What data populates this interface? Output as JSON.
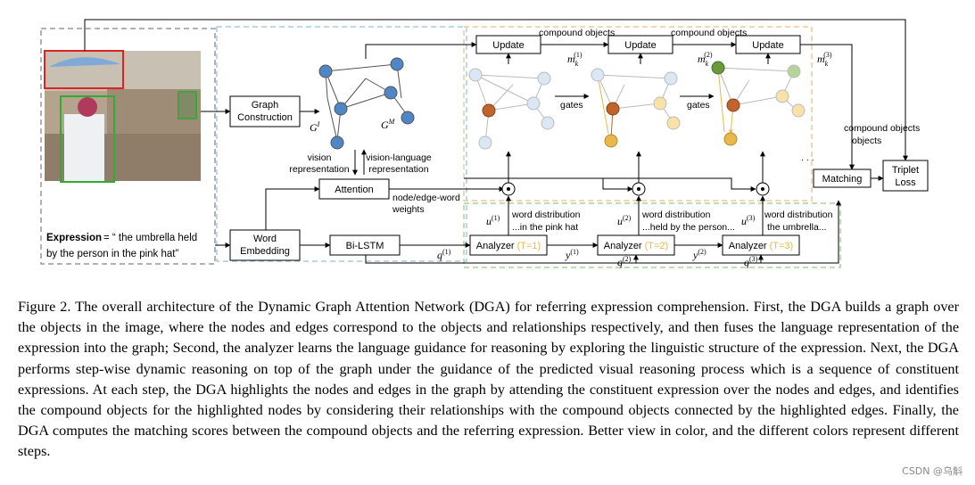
{
  "figure": {
    "expression_label": "Expression",
    "expression_line1": "= “ the umbrella held",
    "expression_line2": "by the person in the pink hat”",
    "graph_construction_line1": "Graph",
    "graph_construction_line2": "Construction",
    "word_embedding_line1": "Word",
    "word_embedding_line2": "Embedding",
    "attention": "Attention",
    "bilstm": "Bi-LSTM",
    "update": "Update",
    "matching": "Matching",
    "triplet_line1": "Triplet",
    "triplet_line2": "Loss",
    "compound_objects": "compound objects",
    "gates": "gates",
    "vision_rep_line1": "vision",
    "vision_rep_line2": "representation",
    "vl_rep_line1": "vision-language",
    "vl_rep_line2": "representation",
    "node_edge_line1": "node/edge-word",
    "node_edge_line2": "weights",
    "word_distribution": "word distribution",
    "analyzer": "Analyzer",
    "t1": "(T=1)",
    "t2": "(T=2)",
    "t3": "(T=3)",
    "phrase1": "...in the pink hat",
    "phrase2": "...held by the person...",
    "phrase3": "the umbrella...",
    "gi": "G",
    "gi_sup": "I",
    "gm": "G",
    "gm_sup": "M",
    "u_sym": "u",
    "q_sym": "q",
    "y_sym": "y",
    "m_sym": "m",
    "m_sub": "k",
    "sup1": "(1)",
    "sup2": "(2)",
    "sup3": "(3)",
    "dots": ". . .",
    "odot": "⊙"
  },
  "colors": {
    "step1": "#c0642b",
    "step2": "#e8b84a",
    "step3": "#6a9a3c",
    "node_blue": "#4f86c6",
    "node_light": "#dbe7f5",
    "dashed_blue": "#a9c8e8",
    "dashed_green": "#a9d39a",
    "dashed_orange": "#f2c99a"
  },
  "caption": "Figure 2. The overall architecture of the Dynamic Graph Attention Network (DGA) for referring expression comprehension. First, the DGA builds a graph over the objects in the image, where the nodes and edges correspond to the objects and relationships respectively, and then fuses the language representation of the expression into the graph; Second, the analyzer learns the language guidance for reasoning by exploring the linguistic structure of the expression. Next, the DGA performs step-wise dynamic reasoning on top of the graph under the guidance of the predicted visual reasoning process which is a sequence of constituent expressions. At each step, the DGA highlights the nodes and edges in the graph by attending the constituent expression over the nodes and edges, and identifies the compound objects for the highlighted nodes by considering their relationships with the compound objects connected by the highlighted edges. Finally, the DGA computes the matching scores between the compound objects and the referring expression. Better view in color, and the different colors represent different steps.",
  "watermark": "CSDN @乌斛"
}
